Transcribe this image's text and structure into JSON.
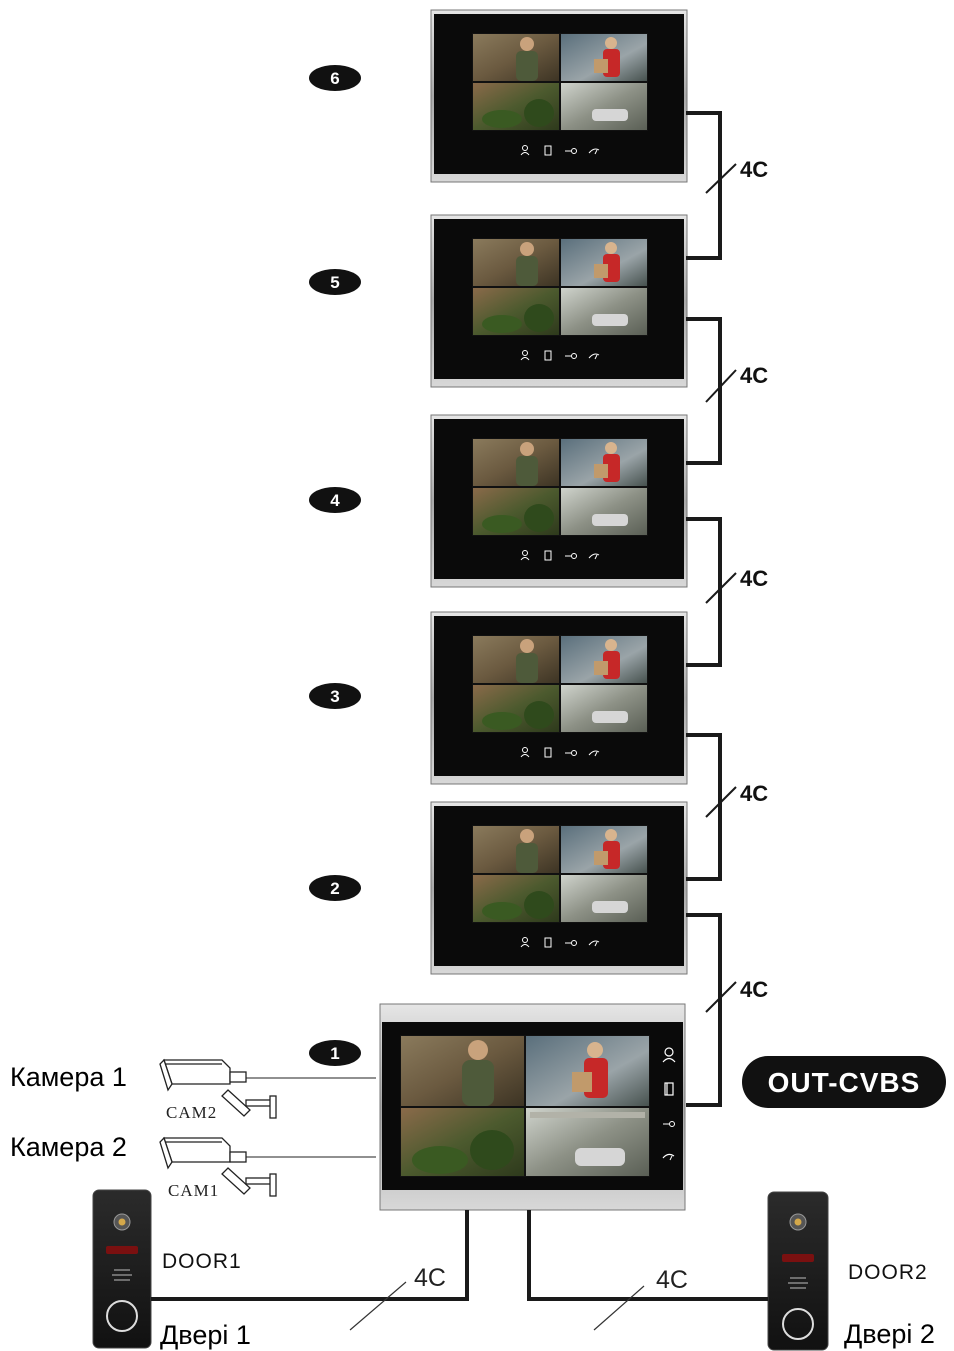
{
  "monitors": [
    {
      "number": "6"
    },
    {
      "number": "5"
    },
    {
      "number": "4"
    },
    {
      "number": "3"
    },
    {
      "number": "2"
    },
    {
      "number": "1"
    }
  ],
  "links": [
    {
      "label": "4C"
    },
    {
      "label": "4C"
    },
    {
      "label": "4C"
    },
    {
      "label": "4C"
    },
    {
      "label": "4C"
    }
  ],
  "out_badge": "OUT-CVBS",
  "cameras": [
    {
      "label": "Камера 1",
      "tag": "CAM2"
    },
    {
      "label": "Камера 2",
      "tag": "CAM1"
    }
  ],
  "doors": [
    {
      "tag": "DOOR1",
      "label": "Двері 1",
      "wire": "4C"
    },
    {
      "tag": "DOOR2",
      "label": "Двері 2",
      "wire": "4C"
    }
  ],
  "icons": [
    "person-icon",
    "door-icon",
    "key-icon",
    "hangup-icon"
  ],
  "colors": {
    "bezel": "#0a0a0a",
    "frame": "#b8b8b8",
    "wire": "#1a1a1a",
    "badge": "#111111"
  }
}
